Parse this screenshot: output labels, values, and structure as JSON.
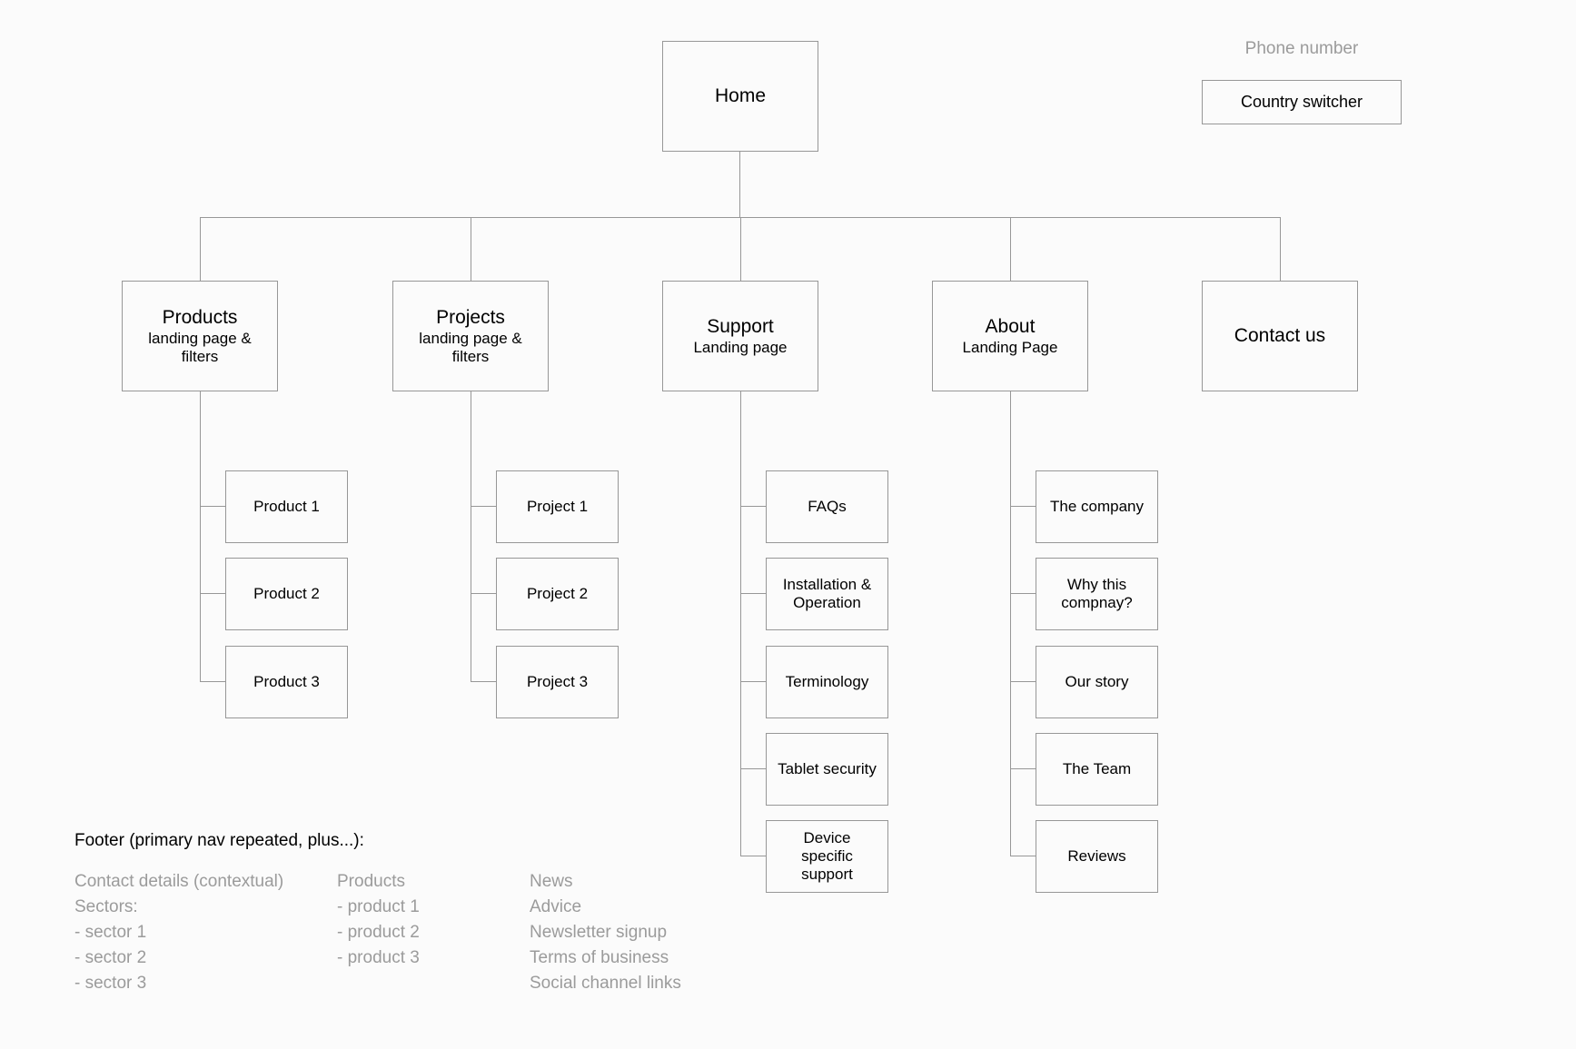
{
  "page": {
    "background": "#FBFBFB",
    "line_color": "#979797",
    "text_color": "#000000",
    "muted_color": "#9B9B9B"
  },
  "header": {
    "phone_label": "Phone number",
    "country_switcher_label": "Country switcher"
  },
  "sitemap": {
    "root": {
      "title": "Home"
    },
    "branches": [
      {
        "title": "Products",
        "subtitle": "landing page & filters",
        "children": [
          "Product 1",
          "Product 2",
          "Product 3"
        ]
      },
      {
        "title": "Projects",
        "subtitle": "landing page & filters",
        "children": [
          "Project 1",
          "Project 2",
          "Project 3"
        ]
      },
      {
        "title": "Support",
        "subtitle": "Landing page",
        "children": [
          "FAQs",
          "Installation & Operation",
          "Terminology",
          "Tablet security",
          "Device specific support"
        ]
      },
      {
        "title": "About",
        "subtitle": "Landing Page",
        "children": [
          "The company",
          "Why this compnay?",
          "Our story",
          "The Team",
          "Reviews"
        ]
      },
      {
        "title": "Contact us",
        "subtitle": "",
        "children": []
      }
    ]
  },
  "footer": {
    "heading": "Footer (primary nav repeated, plus...):",
    "columns": [
      {
        "lines": [
          "Contact details (contextual)",
          "Sectors:",
          "- sector 1",
          "- sector 2",
          "- sector 3"
        ]
      },
      {
        "lines": [
          "Products",
          "- product 1",
          "- product 2",
          "- product 3"
        ]
      },
      {
        "lines": [
          "News",
          "Advice",
          "Newsletter signup",
          "Terms of business",
          "Social channel links"
        ]
      }
    ]
  }
}
